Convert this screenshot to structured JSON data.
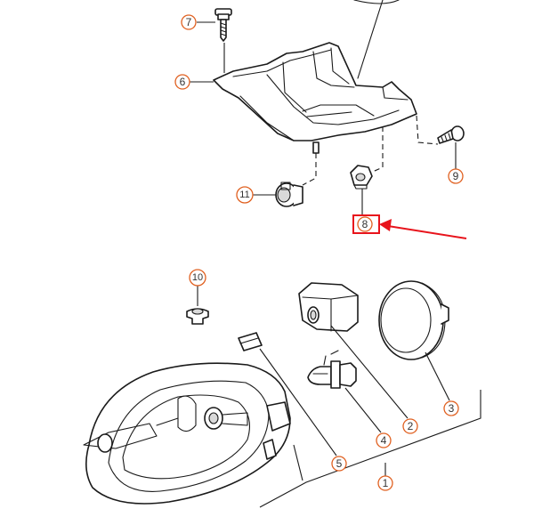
{
  "callouts": {
    "c1": "1",
    "c2": "2",
    "c3": "3",
    "c4": "4",
    "c5": "5",
    "c6": "6",
    "c7": "7",
    "c8": "8",
    "c9": "9",
    "c10": "10",
    "c11": "11"
  },
  "highlight": {
    "target_callout": "8",
    "color": "#e8141c"
  },
  "colors": {
    "callout_ring": "#e06020",
    "line": "#1a1a1a"
  }
}
